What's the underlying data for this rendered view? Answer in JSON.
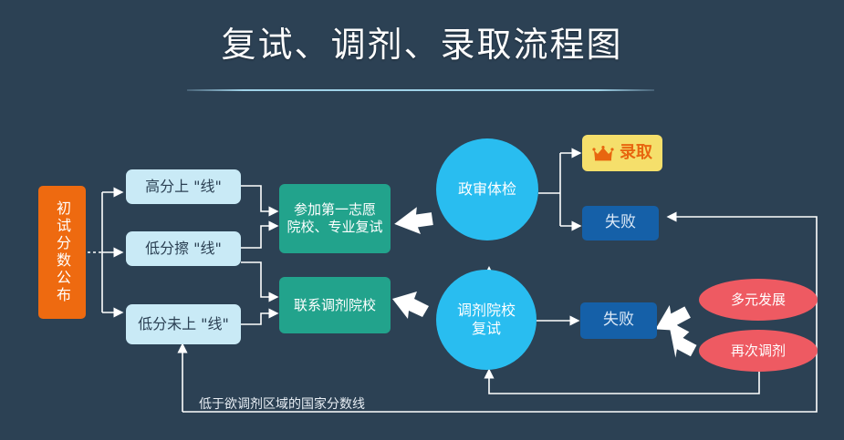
{
  "header": {
    "title": "复试、调剂、录取流程图"
  },
  "palette": {
    "background": "#2c4154",
    "start_box": "#ee6a10",
    "score_box": "#c9eaf6",
    "process_box": "#22a38c",
    "stage_circle": "#29bdf0",
    "admit_box": "#f5df6b",
    "admit_text": "#e8660f",
    "fail_box": "#1560a8",
    "outcome_ellipse": "#ee5a62",
    "connector": "#ffffff",
    "divider": "#9fd2e8"
  },
  "nodes": {
    "start": {
      "label": "初试分数公布"
    },
    "scores": [
      {
        "label": "高分上 \"线\""
      },
      {
        "label": "低分擦 \"线\""
      },
      {
        "label": "低分未上 \"线\""
      }
    ],
    "process": [
      {
        "line1": "参加第一志愿",
        "line2": "院校、专业复试"
      },
      {
        "line1": "联系调剂院校",
        "line2": ""
      }
    ],
    "stages": [
      {
        "line1": "政审体检",
        "line2": ""
      },
      {
        "line1": "调剂院校",
        "line2": "复试"
      }
    ],
    "admit": {
      "label": "录取",
      "icon": "crown-icon"
    },
    "fail_top": {
      "label": "失败"
    },
    "fail_bottom": {
      "label": "失败"
    },
    "outcomes": [
      {
        "label": "多元发展"
      },
      {
        "label": "再次调剂"
      }
    ]
  },
  "annotations": {
    "feedback_note": "低于欲调剂区域的国家分数线"
  }
}
